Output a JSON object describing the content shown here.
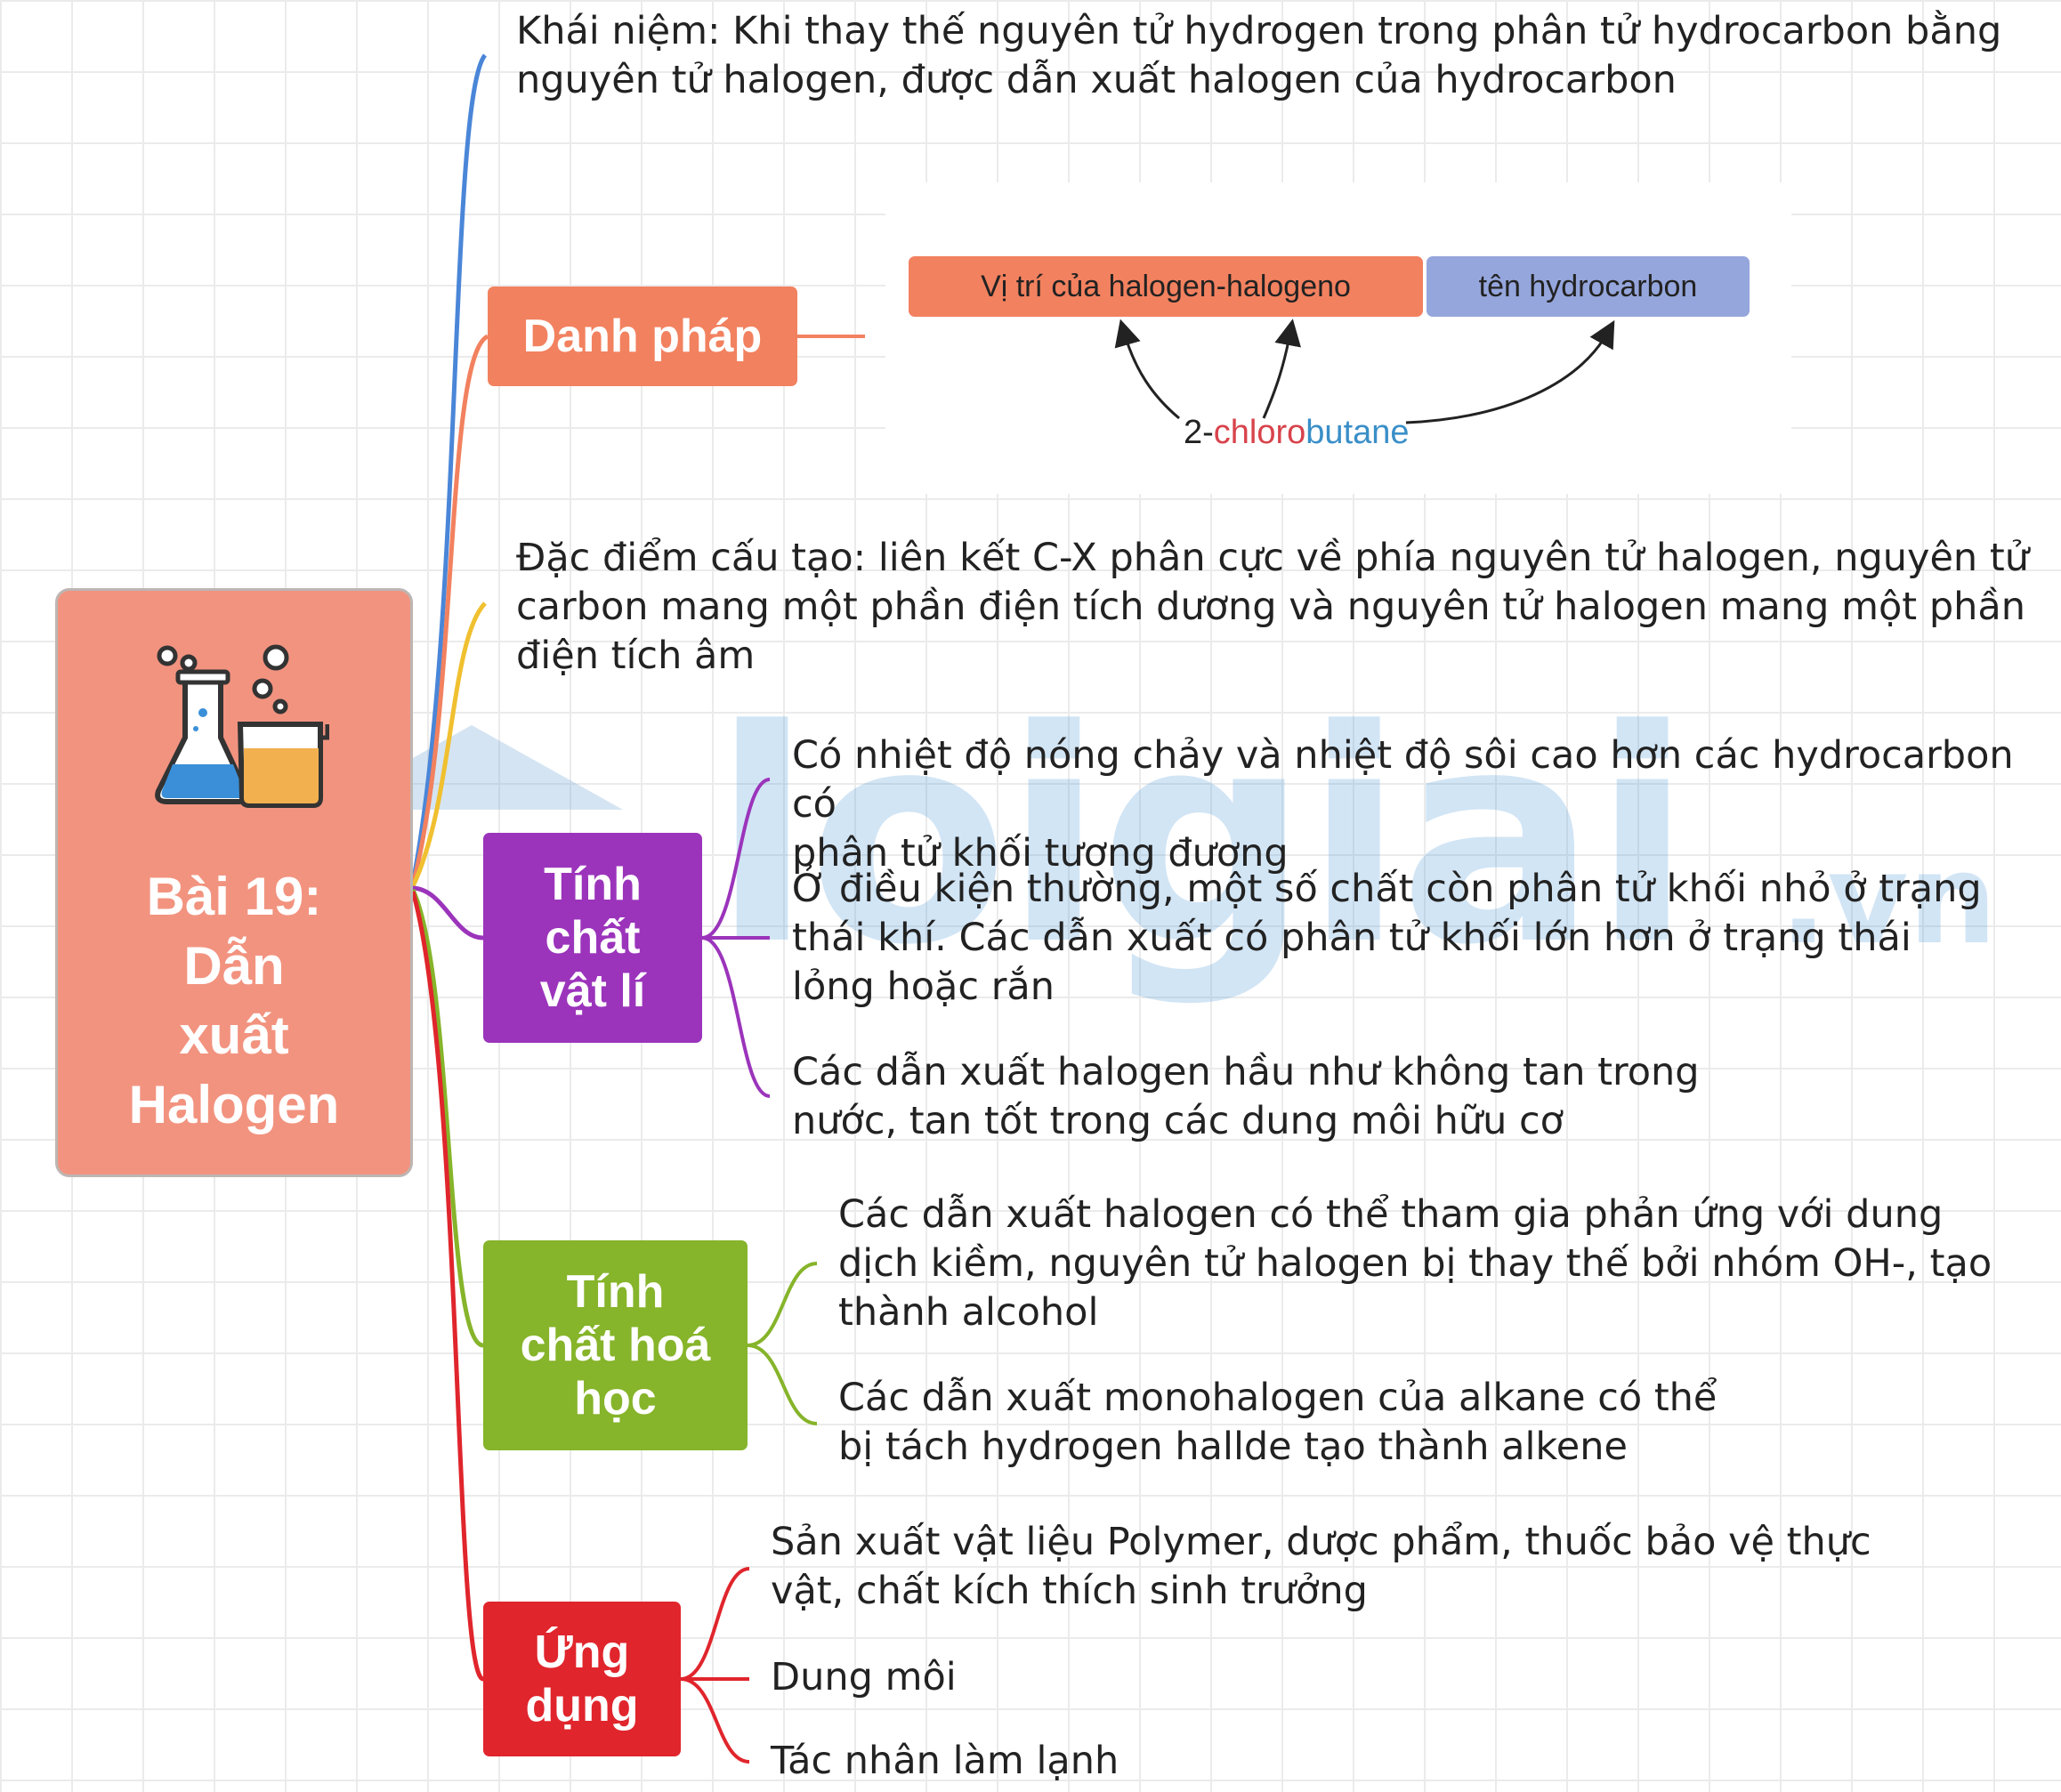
{
  "central": {
    "title": "Bài 19:\nDẫn\nxuất\nHalogen",
    "icon": "chemistry-flask-icon"
  },
  "branches": {
    "khai_niem": {
      "text": "Khái niệm: Khi thay thế nguyên tử hydrogen trong phân tử hydrocarbon bằng\nnguyên tử halogen, được dẫn xuất halogen của hydrocarbon",
      "color": "#4a86d8"
    },
    "danh_phap": {
      "label": "Danh pháp",
      "color": "#f2815f",
      "diagram": {
        "box_position": "Vị trí của halogen-halogeno",
        "box_name": "tên hydrocarbon",
        "example_prefix": "2-",
        "example_halogen": "chloro",
        "example_hydrocarbon": "butane"
      }
    },
    "dac_diem": {
      "text": "Đặc điểm cấu tạo: liên kết C-X phân cực về phía nguyên tử halogen, nguyên tử\ncarbon mang một phần điện tích dương và nguyên tử halogen mang một phần\nđiện tích âm",
      "color": "#f0c030"
    },
    "vat_li": {
      "label": "Tính\nchất\nvật lí",
      "color": "#9b34bb",
      "items": [
        "Có nhiệt độ nóng chảy và nhiệt độ sôi cao hơn các hydrocarbon có\nphân tử khối tương đương",
        "Ở điều kiện thường, một số chất còn phân tử khối nhỏ ở trạng\nthái khí. Các dẫn xuất có phân tử khối lớn hơn ở trạng thái\nlỏng hoặc rắn",
        "Các dẫn xuất halogen hầu như không tan trong\nnước, tan tốt trong các dung môi hữu cơ"
      ]
    },
    "hoa_hoc": {
      "label": "Tính\nchất hoá\nhọc",
      "color": "#86b42a",
      "items": [
        "Các dẫn xuất halogen có thể tham gia phản ứng với dung\ndịch kiềm, nguyên tử halogen bị thay thế bởi nhóm OH-, tạo\nthành alcohol",
        "Các dẫn xuất monohalogen của alkane có thể\nbị tách hydrogen hallde tạo thành alkene"
      ]
    },
    "ung_dung": {
      "label": "Ứng\ndụng",
      "color": "#e0252c",
      "items": [
        "Sản xuất vật liệu Polymer, dược phẩm, thuốc bảo vệ thực\nvật, chất kích thích sinh trưởng",
        "Dung môi",
        "Tác nhân làm lạnh"
      ]
    }
  },
  "watermark": {
    "part1": "T",
    "part2": "loigiai",
    "part3": ".vn"
  }
}
